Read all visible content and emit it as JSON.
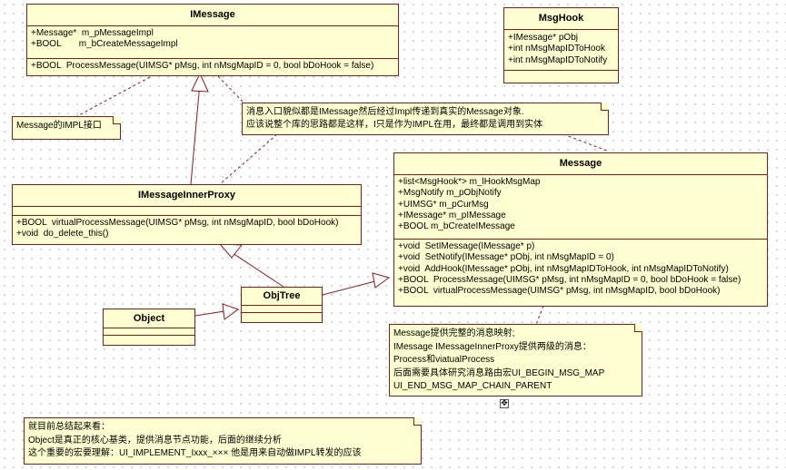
{
  "classes": {
    "imessage": {
      "name": "IMessage",
      "attributes": [
        "+Message*  m_pMessageImpl",
        "+BOOL       m_bCreateMessageImpl"
      ],
      "operations": [
        "+BOOL  ProcessMessage(UIMSG* pMsg, int nMsgMapID = 0, bool bDoHook = false)"
      ]
    },
    "msghook": {
      "name": "MsgHook",
      "attributes": [
        "+IMessage* pObj",
        "+int nMsgMapIDToHook",
        "+int nMsgMapIDToNotify"
      ]
    },
    "imessageinnerproxy": {
      "name": "IMessageInnerProxy",
      "operations": [
        "+BOOL  virtualProcessMessage(UIMSG* pMsg, int nMsgMapID, bool bDoHook)",
        "+void  do_delete_this()"
      ]
    },
    "message": {
      "name": "Message",
      "attributes": [
        "+list<MsgHook*> m_lHookMsgMap",
        "+MsgNotify m_pObjNotify",
        "+UIMSG* m_pCurMsg",
        "+IMessage* m_pIMessage",
        "+BOOL m_bCreateIMessage"
      ],
      "operations": [
        "+void  SetIMessage(IMessage* p)",
        "+void  SetNotify(IMessage* pObj, int nMsgMapID = 0)",
        "+void  AddHook(IMessage* pObj, int nMsgMapIDToHook, int nMsgMapIDToNotify)",
        "+BOOL  ProcessMessage(UIMSG* pMsg, int nMsgMapID = 0, bool bDoHook = false)",
        "+BOOL  virtualProcessMessage(UIMSG* pMsg, int nMsgMapID, bool bDoHook)"
      ]
    },
    "objtree": {
      "name": "ObjTree"
    },
    "object": {
      "name": "Object"
    }
  },
  "notes": {
    "impl_interface": [
      "Message的IMPL接口"
    ],
    "entry_note": [
      "消息入口貌似都是IMessage然后经过Impl传递到真实的Message对象.",
      "应该说整个库的思路都是这样，I只是作为IMPL在用，最终都是调用到实体"
    ],
    "message_note": [
      "Message提供完整的消息映射;",
      "IMessage IMessageInnerProxy提供两级的消息：",
      "Process和viatualProcess",
      "后面需要具体研究消息路由宏UI_BEGIN_MSG_MAP",
      "UI_END_MSG_MAP_CHAIN_PARENT"
    ],
    "summary": [
      "就目前总结起来看：",
      "Object是真正的核心基类，提供消息节点功能，后面的继续分析",
      "这个重要的宏要理解：UI_IMPLEMENT_Ixxx_××× 他是用来自动做IMPL转发的应该"
    ]
  },
  "colors": {
    "line": "#8b1a1a",
    "fill": "#ffffd2"
  },
  "icons": {
    "move_handle": "move-handle-icon"
  }
}
